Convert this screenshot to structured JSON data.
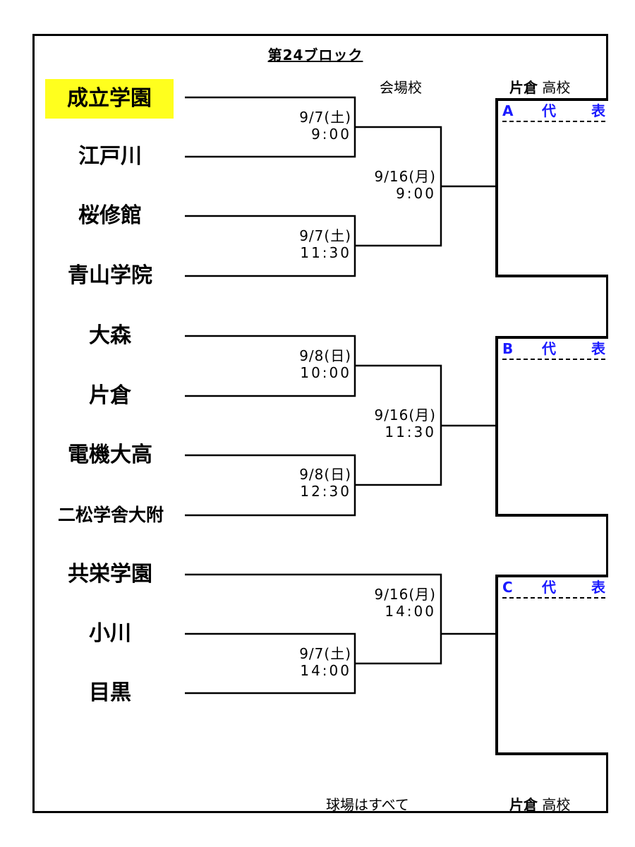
{
  "title": "第24ブロック",
  "venue_label": "会場校",
  "venue_school": "片倉",
  "venue_suffix": "高校",
  "footer_label": "球場はすべて",
  "footer_school": "片倉",
  "footer_suffix": "高校",
  "highlight_color": "#ffff1e",
  "representative_color": "#1a1aff",
  "teams": [
    "成立学園",
    "江戸川",
    "桜修館",
    "青山学院",
    "大森",
    "片倉",
    "電機大高",
    "二松学舎大附",
    "共栄学園",
    "小川",
    "目黒"
  ],
  "first_round": [
    {
      "date": "9/7(土)",
      "time": "9:00"
    },
    {
      "date": "9/7(土)",
      "time": "11:30"
    },
    {
      "date": "9/8(日)",
      "time": "10:00"
    },
    {
      "date": "9/8(日)",
      "time": "12:30"
    },
    {
      "date": "9/7(土)",
      "time": "14:00"
    }
  ],
  "second_round": [
    {
      "date": "9/16(月)",
      "time": "9:00"
    },
    {
      "date": "9/16(月)",
      "time": "11:30"
    },
    {
      "date": "9/16(月)",
      "time": "14:00"
    }
  ],
  "representatives": [
    {
      "letter": "A",
      "word1": "代",
      "word2": "表"
    },
    {
      "letter": "B",
      "word1": "代",
      "word2": "表"
    },
    {
      "letter": "C",
      "word1": "代",
      "word2": "表"
    }
  ]
}
